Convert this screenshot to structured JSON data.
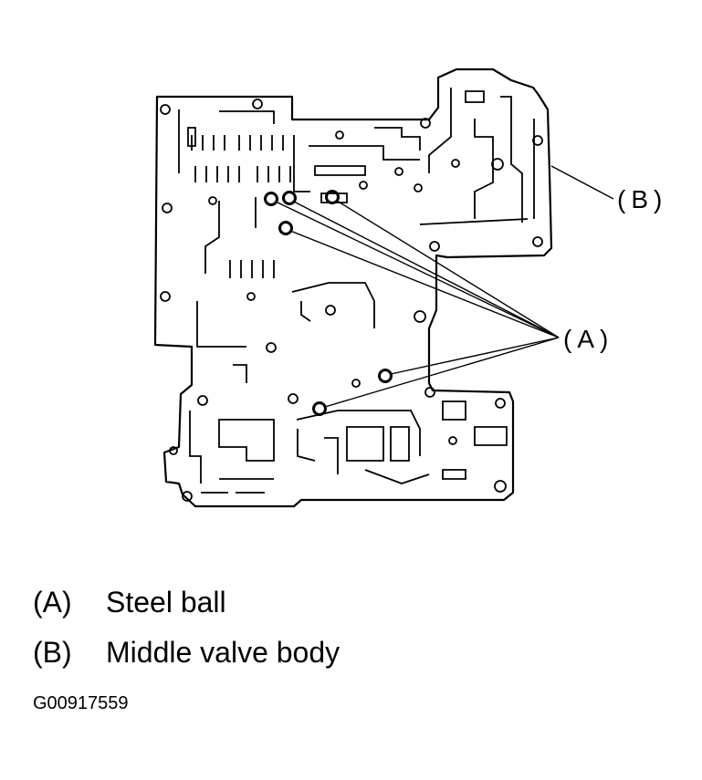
{
  "callouts": {
    "a": "(A)",
    "b": "(B)"
  },
  "legend": [
    {
      "key": "(A)",
      "label": "Steel ball"
    },
    {
      "key": "(B)",
      "label": "Middle valve body"
    }
  ],
  "figure_code": "G00917559"
}
